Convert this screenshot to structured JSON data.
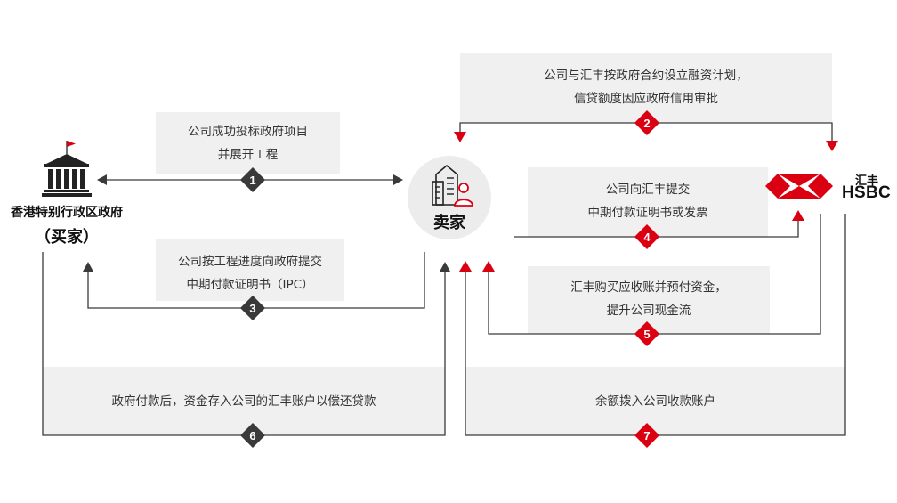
{
  "parties": {
    "government": {
      "name": "香港特别行政区政府",
      "role": "（买家）"
    },
    "seller": {
      "name": "卖家"
    },
    "bank": {
      "name_cn": "汇丰",
      "name_en": "HSBC"
    }
  },
  "steps": [
    {
      "num": "1",
      "lines": [
        "公司成功投标政府项目",
        "并展开工程"
      ]
    },
    {
      "num": "2",
      "lines": [
        "公司与汇丰按政府合约设立融资计划，",
        "信贷额度因应政府信用审批"
      ]
    },
    {
      "num": "3",
      "lines": [
        "公司按工程进度向政府提交",
        "中期付款证明书（IPC）"
      ]
    },
    {
      "num": "4",
      "lines": [
        "公司向汇丰提交",
        "中期付款证明书或发票"
      ]
    },
    {
      "num": "5",
      "lines": [
        "汇丰购买应收账并预付资金，",
        "提升公司现金流"
      ]
    },
    {
      "num": "6",
      "lines": [
        "政府付款后，资金存入公司的汇丰账户以偿还贷款"
      ]
    },
    {
      "num": "7",
      "lines": [
        "余额拨入公司收款账户"
      ]
    }
  ],
  "colors": {
    "dark": "#3a3a3a",
    "red": "#db0011",
    "panel": "#f0f0f0",
    "circle": "#ececec"
  },
  "icons": [
    "government-building-icon",
    "seller-office-icon",
    "hsbc-logo-icon"
  ]
}
